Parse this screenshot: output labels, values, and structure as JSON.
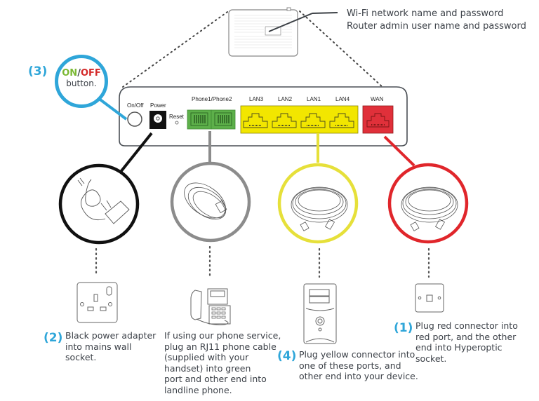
{
  "callout_top": {
    "line1": "Wi-Fi network name and password",
    "line2": "Router admin user name and password"
  },
  "onoff_callout": {
    "number": "(3)",
    "on": "ON",
    "slash": "/",
    "off": "OFF",
    "label": "button.",
    "colors": {
      "on": "#7ab833",
      "off": "#d42a2a",
      "ring": "#2fa6d9"
    }
  },
  "router_panel": {
    "onoff_label": "On/Off",
    "power_label": "Power",
    "reset_label": "Reset",
    "phone_label": "Phone1/Phone2",
    "lan_ports": [
      "LAN3",
      "LAN2",
      "LAN1",
      "LAN4"
    ],
    "wan_label": "WAN",
    "colors": {
      "phone": "#5db04a",
      "lan": "#f2e600",
      "wan": "#e0303a"
    }
  },
  "steps": [
    {
      "id": "power",
      "number": "(2)",
      "lines": [
        "Black power adapter",
        "into mains wall",
        "socket."
      ],
      "ring_color": "#111111",
      "icon": "power-adapter-icon",
      "device_icon": "wall-socket-icon"
    },
    {
      "id": "phone",
      "number": "",
      "lines": [
        "If using our phone service,",
        "plug an RJ11 phone cable",
        "(supplied with your",
        "handset) into green",
        "port and other end into",
        "landline phone."
      ],
      "ring_color": "#8c8c8c",
      "icon": "phone-cable-icon",
      "device_icon": "landline-phone-icon"
    },
    {
      "id": "lan",
      "number": "(4)",
      "lines": [
        "Plug yellow connector into",
        "one of these ports, and",
        "other end into your device."
      ],
      "ring_color": "#e6e03a",
      "icon": "ethernet-cable-icon",
      "device_icon": "computer-tower-icon"
    },
    {
      "id": "wan",
      "number": "(1)",
      "lines": [
        "Plug red connector into",
        "red port, and the other",
        "end into Hyperoptic",
        "socket."
      ],
      "ring_color": "#e0262b",
      "icon": "ethernet-cable-icon",
      "device_icon": "hyperoptic-socket-icon"
    }
  ]
}
